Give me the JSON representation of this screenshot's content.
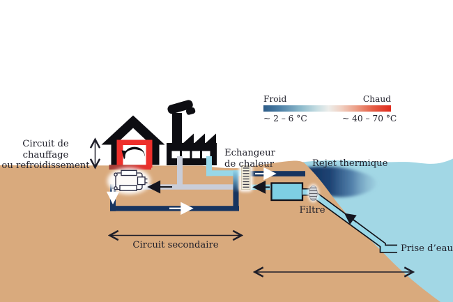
{
  "diagram": {
    "left_label": {
      "line1": "Circuit de chauffage",
      "line2": "ou refroidissement"
    },
    "exchanger_label": {
      "line1": "Echangeur",
      "line2": "de chaleur"
    },
    "discharge_label": "Rejet thermique",
    "filter_label": "Filtre",
    "secondary_label": "Circuit secondaire",
    "intake_label": "Prise d’eau"
  },
  "legend": {
    "cold": "Froid",
    "hot": "Chaud",
    "cold_range": "~ 2 – 6 °C",
    "hot_range": "~ 40 – 70 °C"
  },
  "colors": {
    "ground": "#d9aa7d",
    "water": "#a2d7e5",
    "cold_pipe": "#17345f",
    "warm_pipe": "#c9cdd8",
    "cool_pipe": "#93d5e8",
    "hot_loop": "#ee2f2b",
    "building": "#0d0d12",
    "text": "#1d1d28"
  }
}
